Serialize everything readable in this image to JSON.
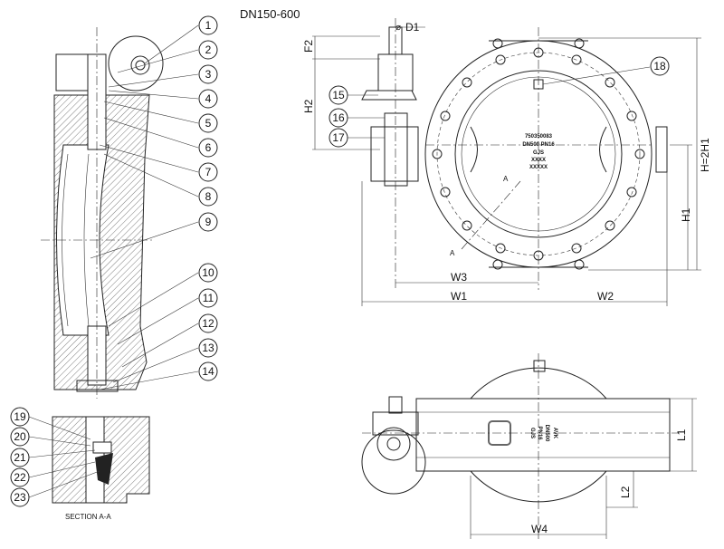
{
  "title": "DN150-600",
  "balloons": [
    "1",
    "2",
    "3",
    "4",
    "5",
    "6",
    "7",
    "8",
    "9",
    "10",
    "11",
    "12",
    "13",
    "14",
    "15",
    "16",
    "17",
    "18",
    "19",
    "20",
    "21",
    "22",
    "23"
  ],
  "section_label": "SECTION A-A",
  "section_marks": [
    "A",
    "A"
  ],
  "dimensions": {
    "D1": "D1",
    "F2": "F2",
    "H2": "H2",
    "H": "H=2H1",
    "H1": "H1",
    "W1": "W1",
    "W2": "W2",
    "W3": "W3",
    "W4": "W4",
    "L1": "L1",
    "L2": "L2"
  },
  "nameplate": {
    "line1": "750350083",
    "line2": "DN500 PN16",
    "line3": "GJS",
    "line4": "XXXX",
    "line5": "XXXXX"
  },
  "body_marking": {
    "logo": "AVK",
    "line1": "DN500",
    "line2": "PN16",
    "line3": "GJS"
  }
}
